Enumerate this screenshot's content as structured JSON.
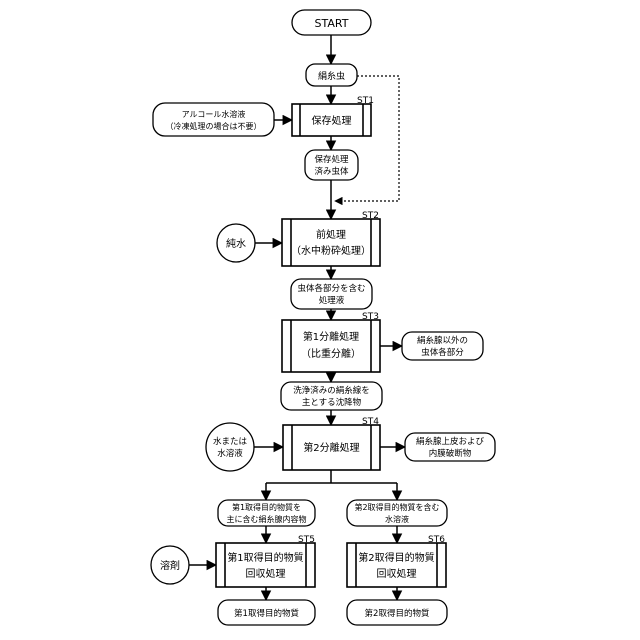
{
  "nodes": {
    "start": "START",
    "silkworm": "絹糸虫",
    "alcohol": [
      "アルコール水溶液",
      "（冷凍処理の場合は不要）"
    ],
    "st1_label": "ST1",
    "st1": "保存処理",
    "preserved": [
      "保存処理",
      "済み虫体"
    ],
    "st2_label": "ST2",
    "pure_water": "純水",
    "st2": [
      "前処理",
      "（水中粉砕処理）"
    ],
    "parts_liquid": [
      "虫体各部分を含む",
      "処理液"
    ],
    "st3_label": "ST3",
    "st3": [
      "第1分離処理",
      "（比重分離）"
    ],
    "non_gland": [
      "絹糸腺以外の",
      "虫体各部分"
    ],
    "washed": [
      "洗浄済みの絹糸線を",
      "主とする沈降物"
    ],
    "st4_label": "ST4",
    "water_or_solution": [
      "水または",
      "水溶液"
    ],
    "st4": "第2分離処理",
    "epithelium": [
      "絹糸腺上皮および",
      "内膜破断物"
    ],
    "target1_content": [
      "第1取得目的物質を",
      "主に含む絹糸腺内容物"
    ],
    "target2_solution": [
      "第2取得目的物質を含む",
      "水溶液"
    ],
    "st5_label": "ST5",
    "solvent": "溶剤",
    "st5": [
      "第1取得目的物質",
      "回収処理"
    ],
    "st6_label": "ST6",
    "st6": [
      "第2取得目的物質",
      "回収処理"
    ],
    "target1": "第1取得目的物質",
    "target2": "第2取得目的物質"
  }
}
